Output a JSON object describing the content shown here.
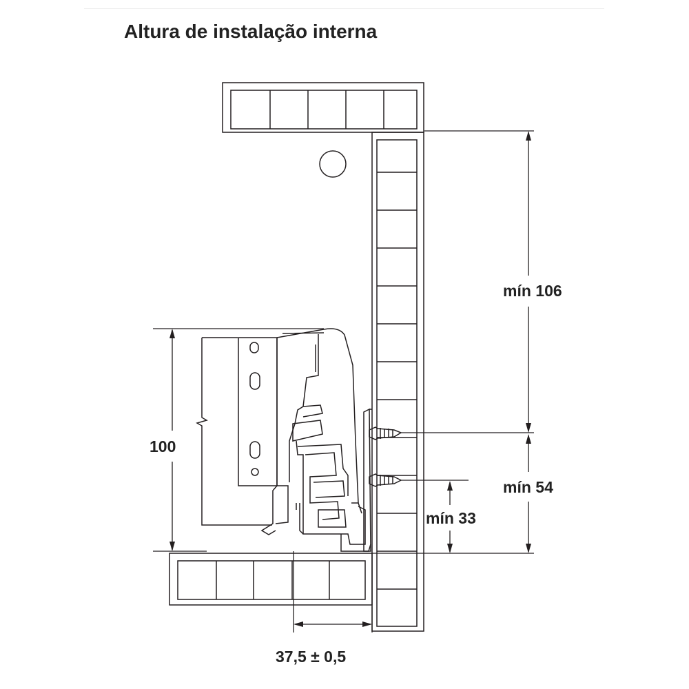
{
  "title": "Altura de instalação interna",
  "dimensions": {
    "min_106": "mín 106",
    "min_54": "mín 54",
    "min_33": "mín 33",
    "height_100": "100",
    "offset": "37,5 ± 0,5"
  },
  "colors": {
    "line": "#231f20",
    "background": "#ffffff"
  }
}
